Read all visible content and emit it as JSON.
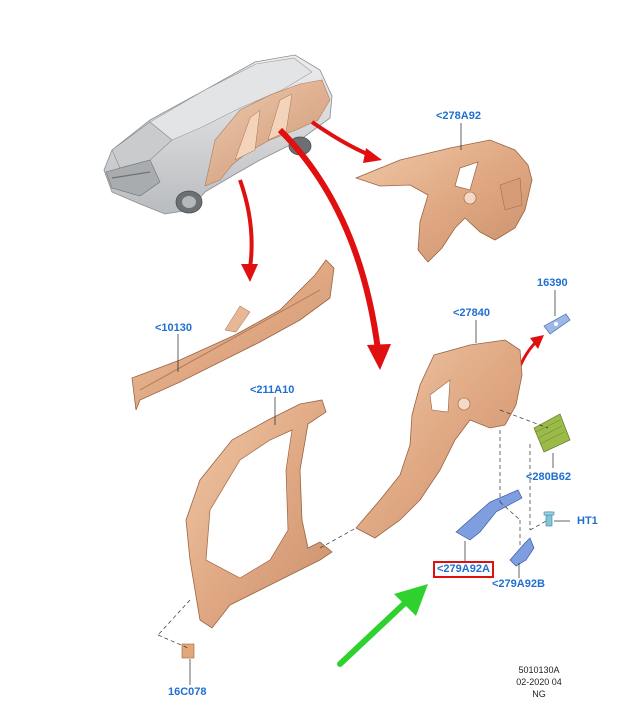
{
  "diagram": {
    "labels": [
      {
        "id": "278A92",
        "text": "<278A92"
      },
      {
        "id": "16390",
        "text": "16390"
      },
      {
        "id": "27840",
        "text": "<27840"
      },
      {
        "id": "10130",
        "text": "<10130"
      },
      {
        "id": "211A10",
        "text": "<211A10"
      },
      {
        "id": "280B62",
        "text": "<280B62"
      },
      {
        "id": "HT1",
        "text": "HT1"
      },
      {
        "id": "279A92A",
        "text": "<279A92A",
        "highlighted": true
      },
      {
        "id": "279A92B",
        "text": "<279A92B"
      },
      {
        "id": "16C078",
        "text": "16C078"
      }
    ],
    "doc_code": {
      "number": "5010130A",
      "date": "02-2020 04",
      "region": "NG"
    },
    "colors": {
      "label": "#1f6fd1",
      "callout_arrow": "#e01010",
      "pointer_arrow": "#2fd12f",
      "panel": "#e3b08c",
      "car_body": "#d4d6d8"
    }
  }
}
